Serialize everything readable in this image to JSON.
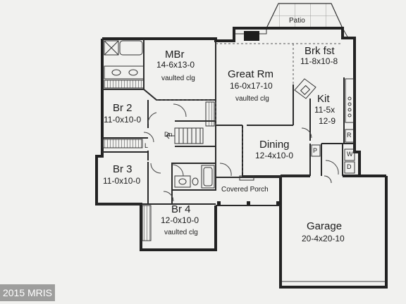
{
  "rooms": {
    "mbr": {
      "name": "MBr",
      "dims": "14-6x13-0",
      "note": "vaulted clg"
    },
    "great": {
      "name": "Great Rm",
      "dims": "16-0x17-10",
      "note": "vaulted clg"
    },
    "brkfst": {
      "name": "Brk fst",
      "dims": "11-8x10-8"
    },
    "kit": {
      "name": "Kit",
      "dims1": "11-5x",
      "dims2": "12-9"
    },
    "br2": {
      "name": "Br 2",
      "dims": "11-0x10-0"
    },
    "br3": {
      "name": "Br 3",
      "dims": "11-0x10-0"
    },
    "br4": {
      "name": "Br 4",
      "dims": "12-0x10-0",
      "note": "vaulted clg"
    },
    "dining": {
      "name": "Dining",
      "dims": "12-4x10-0"
    },
    "garage": {
      "name": "Garage",
      "dims": "20-4x20-10"
    },
    "porch": {
      "name": "Covered Porch"
    },
    "patio": {
      "name": "Patio"
    }
  },
  "small_labels": {
    "down": "Dn",
    "linen": "L",
    "pantry": "P",
    "refrigerator": "R",
    "washer": "W",
    "dryer": "D"
  },
  "watermark": "2015 MRIS"
}
